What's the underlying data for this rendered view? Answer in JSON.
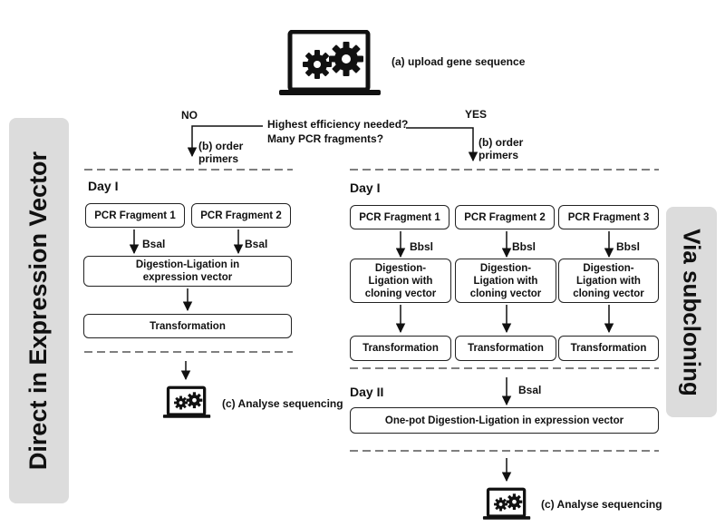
{
  "top": {
    "upload_label": "(a) upload gene sequence",
    "decision_line1": "Highest efficiency needed?",
    "decision_line2": "Many PCR fragments?",
    "no_label": "NO",
    "yes_label": "YES"
  },
  "left": {
    "side_title": "Direct in Expression Vector",
    "order_primers": "(b) order\nprimers",
    "day1": "Day I",
    "pcr1": "PCR Fragment 1",
    "pcr2": "PCR Fragment 2",
    "enzyme1": "Bsal",
    "enzyme2": "Bsal",
    "digestion": "Digestion-Ligation in\nexpression vector",
    "transformation": "Transformation",
    "analyse": "(c) Analyse sequencing"
  },
  "right": {
    "side_title": "Via subcloning",
    "order_primers": "(b) order\nprimers",
    "day1": "Day I",
    "pcr1": "PCR Fragment 1",
    "pcr2": "PCR Fragment 2",
    "pcr3": "PCR Fragment 3",
    "enzyme1": "Bbsl",
    "enzyme2": "Bbsl",
    "enzyme3": "Bbsl",
    "digestion1": "Digestion-\nLigation with\ncloning vector",
    "digestion2": "Digestion-\nLigation with\ncloning vector",
    "digestion3": "Digestion-\nLigation with\ncloning vector",
    "transformation1": "Transformation",
    "transformation2": "Transformation",
    "transformation3": "Transformation",
    "day2": "Day II",
    "day2_enzyme": "Bsal",
    "onepot": "One-pot Digestion-Ligation in expression vector",
    "analyse": "(c) Analyse sequencing"
  },
  "icons": {
    "computer": "laptop-gears-icon"
  }
}
